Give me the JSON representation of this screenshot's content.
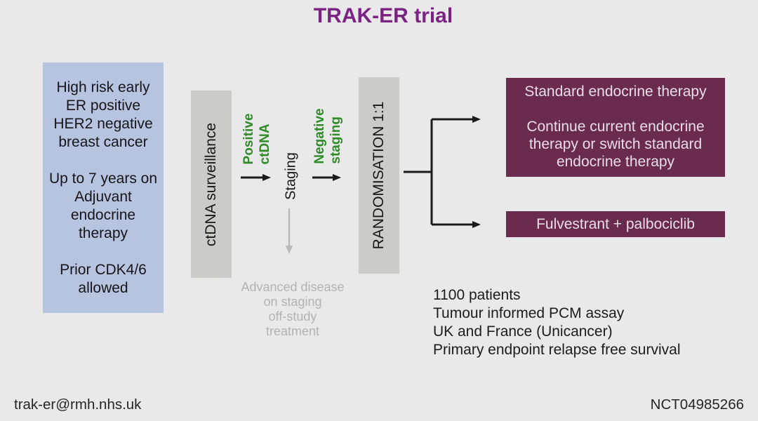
{
  "title": "TRAK-ER trial",
  "colors": {
    "bg": "#e9e9e9",
    "title_purple": "#7b2383",
    "box_blue": "#b7c4e0",
    "bar_gray": "#cbcbca",
    "arm_maroon": "#6a2b4e",
    "arm_text": "#e9dde7",
    "green": "#2f8a28",
    "gray_text": "#b2b2b2",
    "gray_arrow": "#b9b9b9",
    "arrow_black": "#1a1a1a"
  },
  "eligibility": {
    "para1": "High risk early\nER positive\nHER2 negative\nbreast cancer",
    "para2": "Up to 7 years on\nAdjuvant\nendocrine\ntherapy",
    "para3": "Prior CDK4/6\nallowed"
  },
  "surveillance": {
    "label": "ctDNA surveillance"
  },
  "randomisation": {
    "label": "RANDOMISATION 1:1"
  },
  "flow": {
    "positive": "Positive\nctDNA",
    "staging": "Staging",
    "negative": "Negative\nstaging",
    "advanced_note": "Advanced disease\non staging\noff-study\ntreatment"
  },
  "arms": {
    "standard": {
      "title": "Standard endocrine therapy",
      "body": "Continue current endocrine\ntherapy or switch standard\nendocrine therapy"
    },
    "experimental": {
      "label": "Fulvestrant + palbociclib"
    }
  },
  "details": {
    "lines": [
      "1100 patients",
      "Tumour informed PCM assay",
      "UK and France (Unicancer)",
      "Primary endpoint relapse free survival"
    ]
  },
  "footer": {
    "email": "trak-er@rmh.nhs.uk",
    "nct": "NCT04985266"
  }
}
